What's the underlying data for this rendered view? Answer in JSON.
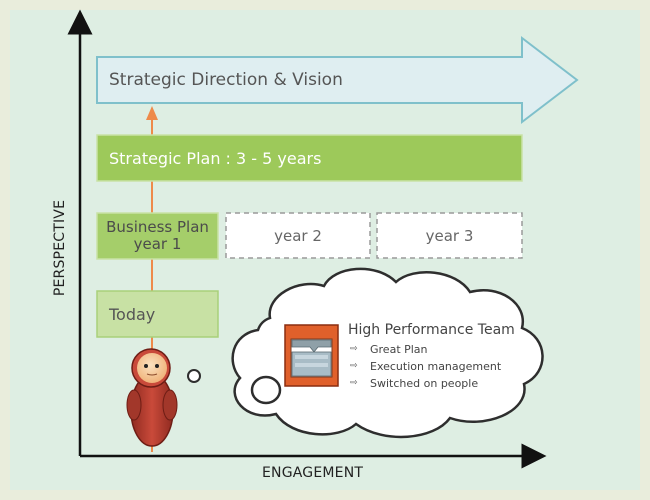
{
  "axes": {
    "y_label": "PERSPECTIVE",
    "x_label": "ENGAGEMENT"
  },
  "vision": {
    "label": "Strategic Direction & Vision"
  },
  "strategic_plan": {
    "label": "Strategic Plan : 3 - 5 years"
  },
  "business_plan": {
    "line1": "Business Plan",
    "line2": "year 1"
  },
  "years": [
    "year 2",
    "year 3"
  ],
  "today": {
    "label": "Today"
  },
  "thought": {
    "title": "High Performance Team",
    "bullets": [
      "Great Plan",
      "Execution management",
      "Switched on people"
    ],
    "icon": "planner-board-icon"
  },
  "person": {
    "icon": "person-figure-icon"
  },
  "colors": {
    "background": "#deeee3",
    "frame": "#e9eddc",
    "green_box": "#9dc95a",
    "green_box_light": "#c8e1a4",
    "vision_fill": "#dfeef1",
    "vision_stroke": "#7fc0cb",
    "orange_line": "#ee8a4a",
    "person_red": "#b83a2d",
    "icon_orange": "#e0602b"
  }
}
